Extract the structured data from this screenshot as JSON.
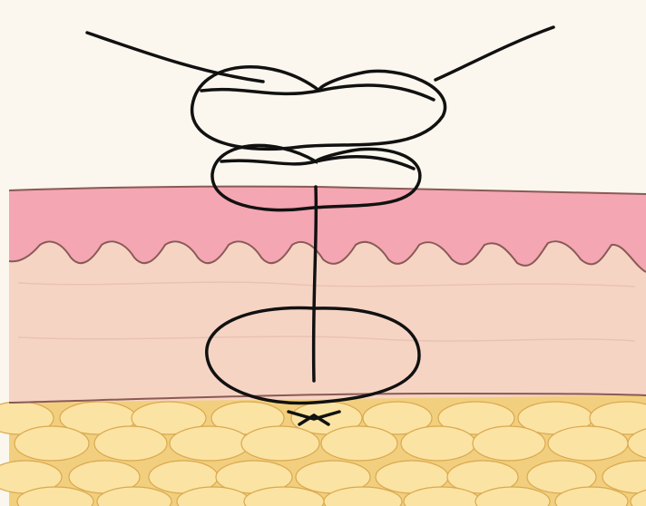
{
  "diagram": {
    "colors": {
      "background": "#fbf7ee",
      "epidermis": "#f4a6b2",
      "epidermis_edge": "#8a5a55",
      "dermis": "#f6d4c4",
      "dermis_line": "#e9c2b3",
      "fat_base": "#f2cf7e",
      "fat_lobule": "#fbe3a3",
      "fat_edge": "#d9a94f",
      "suture": "#111111"
    },
    "layers": [
      "epidermis",
      "dermis",
      "subcutaneous-fat"
    ],
    "knot_loops": 2,
    "buried_loop": true
  }
}
